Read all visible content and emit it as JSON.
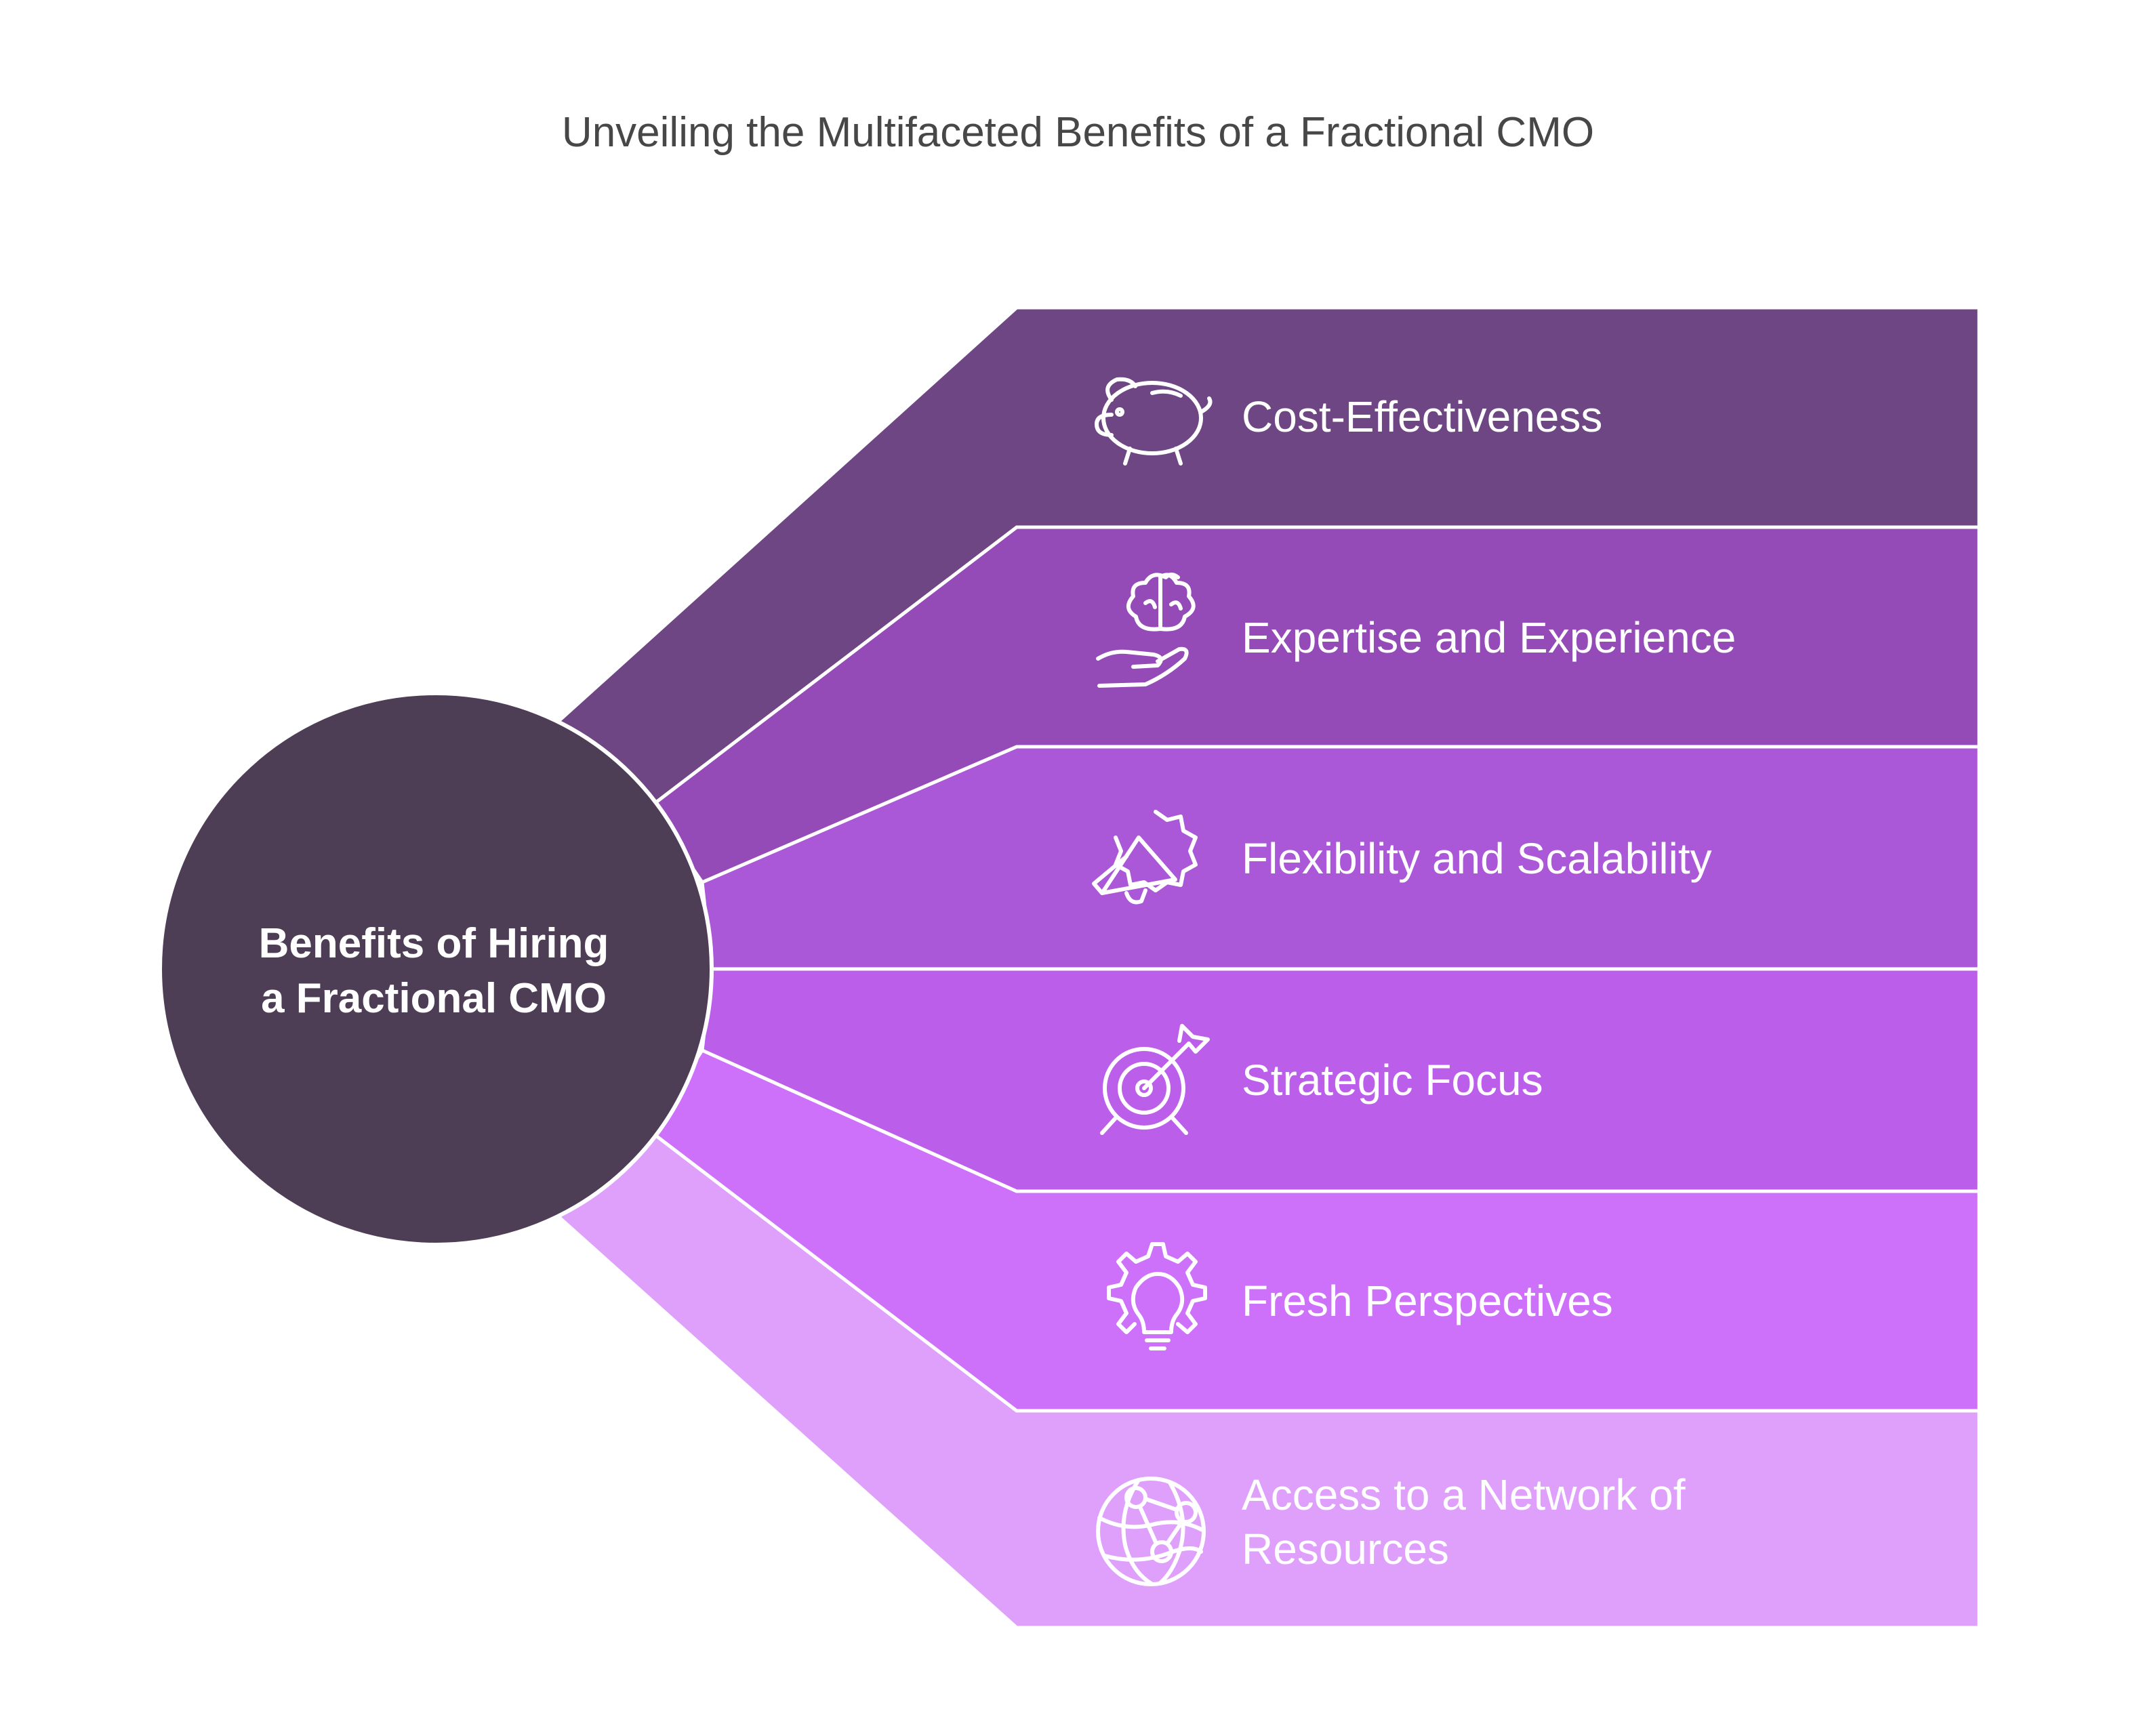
{
  "title": "Unveiling the Multifaceted Benefits of a Fractional CMO",
  "hub": {
    "lines": [
      "Benefits of Hiring",
      "a Fractional CMO"
    ],
    "color": "#4d3d55"
  },
  "benefits": [
    {
      "label": "Cost-Effectiveness",
      "icon": "piggy-bank-icon",
      "color": "#6e4683"
    },
    {
      "label": "Expertise and Experience",
      "icon": "brain-in-hand-icon",
      "color": "#944bb8"
    },
    {
      "label": "Flexibility and Scalability",
      "icon": "megaphone-badge-icon",
      "color": "#aa57d8"
    },
    {
      "label": "Strategic Focus",
      "icon": "target-arrow-icon",
      "color": "#bb5fea"
    },
    {
      "label": "Fresh Perspectives",
      "icon": "gear-lightbulb-icon",
      "color": "#cd70fa"
    },
    {
      "label": "Access to a Network of",
      "label_line2": "Resources",
      "icon": "globe-network-icon",
      "color": "#dfa0fb"
    }
  ]
}
